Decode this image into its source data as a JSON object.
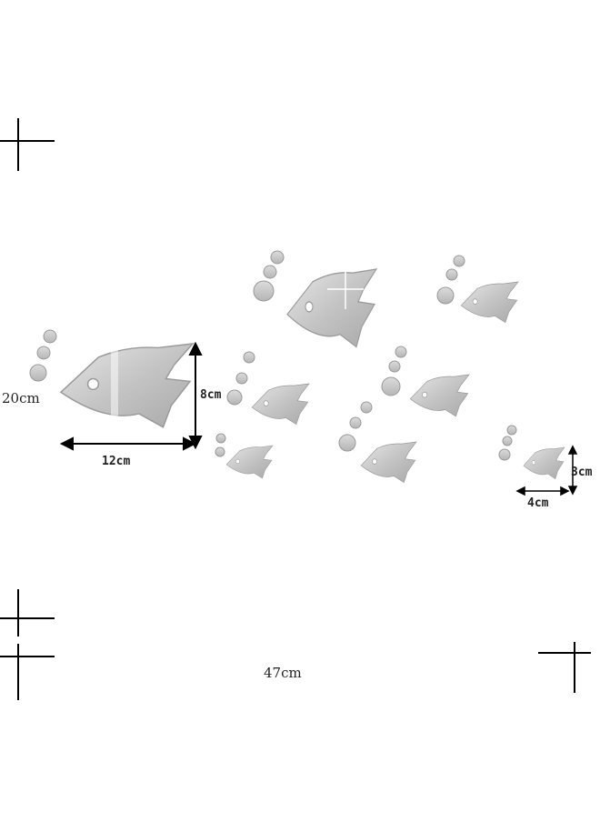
{
  "image": {
    "subject": "mirror fish wall sticker set with dimension markings",
    "fish_color": "#c8c8c8",
    "line_color": "#000000"
  },
  "labels": {
    "overall_height": "20cm",
    "overall_width": "47cm",
    "large_fish_height": "8cm",
    "large_fish_width": "12cm",
    "small_fish_height": "3cm",
    "small_fish_width": "4cm"
  }
}
